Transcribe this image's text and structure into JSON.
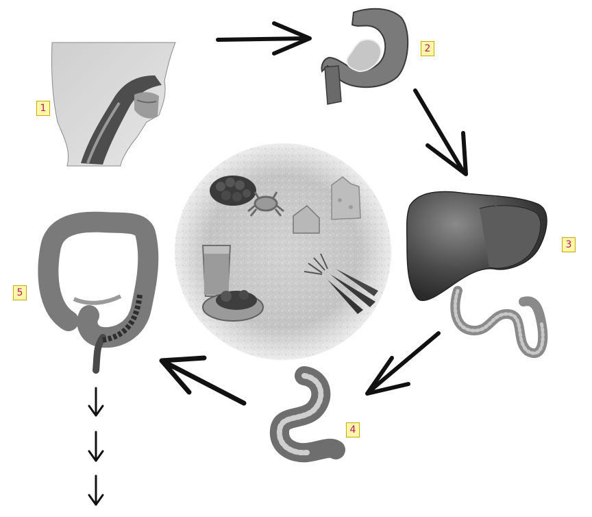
{
  "stages": [
    {
      "id": "1",
      "label": "1",
      "organ": "mouth-esophagus"
    },
    {
      "id": "2",
      "label": "2",
      "organ": "stomach"
    },
    {
      "id": "3",
      "label": "3",
      "organ": "liver"
    },
    {
      "id": "4",
      "label": "4",
      "organ": "small-intestine"
    },
    {
      "id": "5",
      "label": "5",
      "organ": "large-intestine"
    }
  ],
  "colors": {
    "label_border": "#c9a800",
    "label_fill": "#fff8a8",
    "label_text": "#b0186a",
    "arrow": "#111111"
  }
}
